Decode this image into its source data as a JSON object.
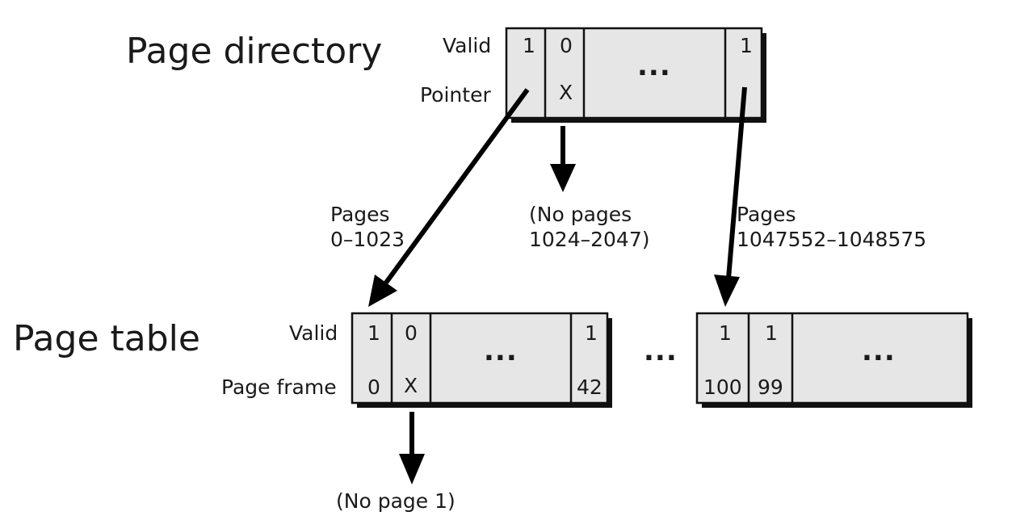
{
  "directory": {
    "title": "Page directory",
    "row_labels": {
      "valid": "Valid",
      "pointer": "Pointer"
    },
    "valid": [
      "1",
      "0",
      "1"
    ],
    "pointer": [
      "X"
    ],
    "ellipsis": "..."
  },
  "table": {
    "title": "Page table",
    "row_labels": {
      "valid": "Valid",
      "frame": "Page frame"
    },
    "first": {
      "valid": [
        "1",
        "0",
        "1"
      ],
      "frame": [
        "0",
        "X",
        "42"
      ],
      "ellipsis": "..."
    },
    "between": "...",
    "last": {
      "valid": [
        "1",
        "1"
      ],
      "frame": [
        "100",
        "99"
      ],
      "ellipsis": "..."
    }
  },
  "annotations": {
    "left": [
      "Pages",
      "0–1023"
    ],
    "middle": [
      "(No pages",
      "1024–2047)"
    ],
    "right": [
      "Pages",
      "1047552–1048575"
    ],
    "bottom": "(No page 1)"
  }
}
